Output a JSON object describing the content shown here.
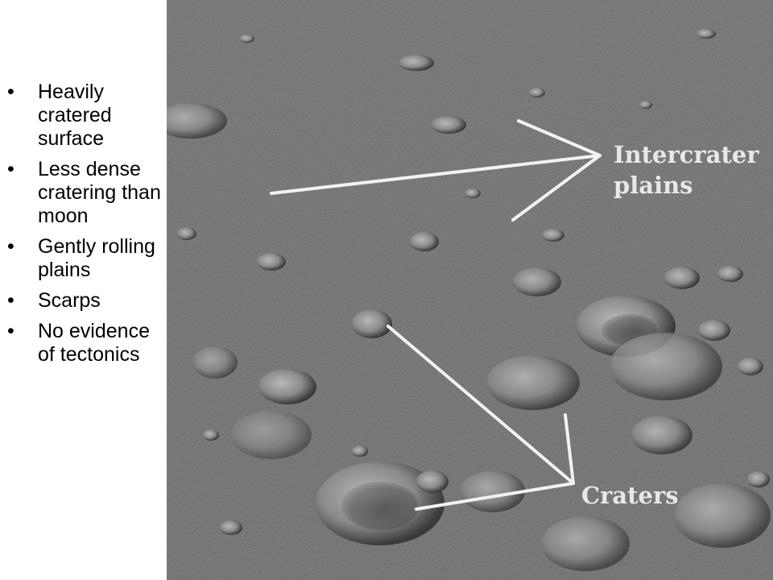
{
  "bullets": [
    "Heavily cratered surface",
    "Less dense cratering than moon",
    "Gently rolling plains",
    "Scarps",
    "No evidence of tectonics"
  ],
  "bullet_glyph": "•",
  "image": {
    "subject": "surface-photo",
    "labels": {
      "plains_line1": "Intercrater",
      "plains_line2": "plains",
      "craters": "Craters"
    }
  },
  "colors": {
    "surface": "#6a6a6a",
    "annotation": "#f2f2f2"
  }
}
